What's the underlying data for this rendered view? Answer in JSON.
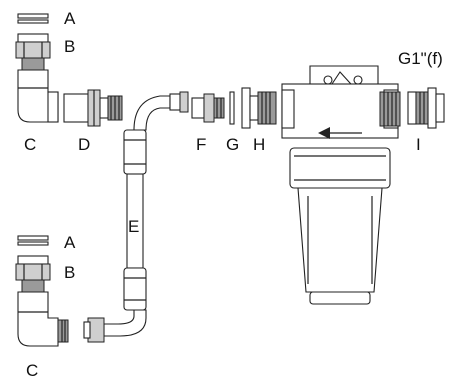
{
  "figure": {
    "labels": {
      "A_top": "A",
      "B_top": "B",
      "C_top": "C",
      "D": "D",
      "E": "E",
      "F": "F",
      "G": "G",
      "H": "H",
      "I": "I",
      "thread": "G1\"(f)",
      "A_bottom": "A",
      "B_bottom": "B",
      "C_bottom": "C"
    },
    "flow_direction": "right-to-left",
    "colors": {
      "line": "#222222",
      "thread_shade": "#9a9a9a",
      "body_shade": "#cfcfcf"
    }
  }
}
